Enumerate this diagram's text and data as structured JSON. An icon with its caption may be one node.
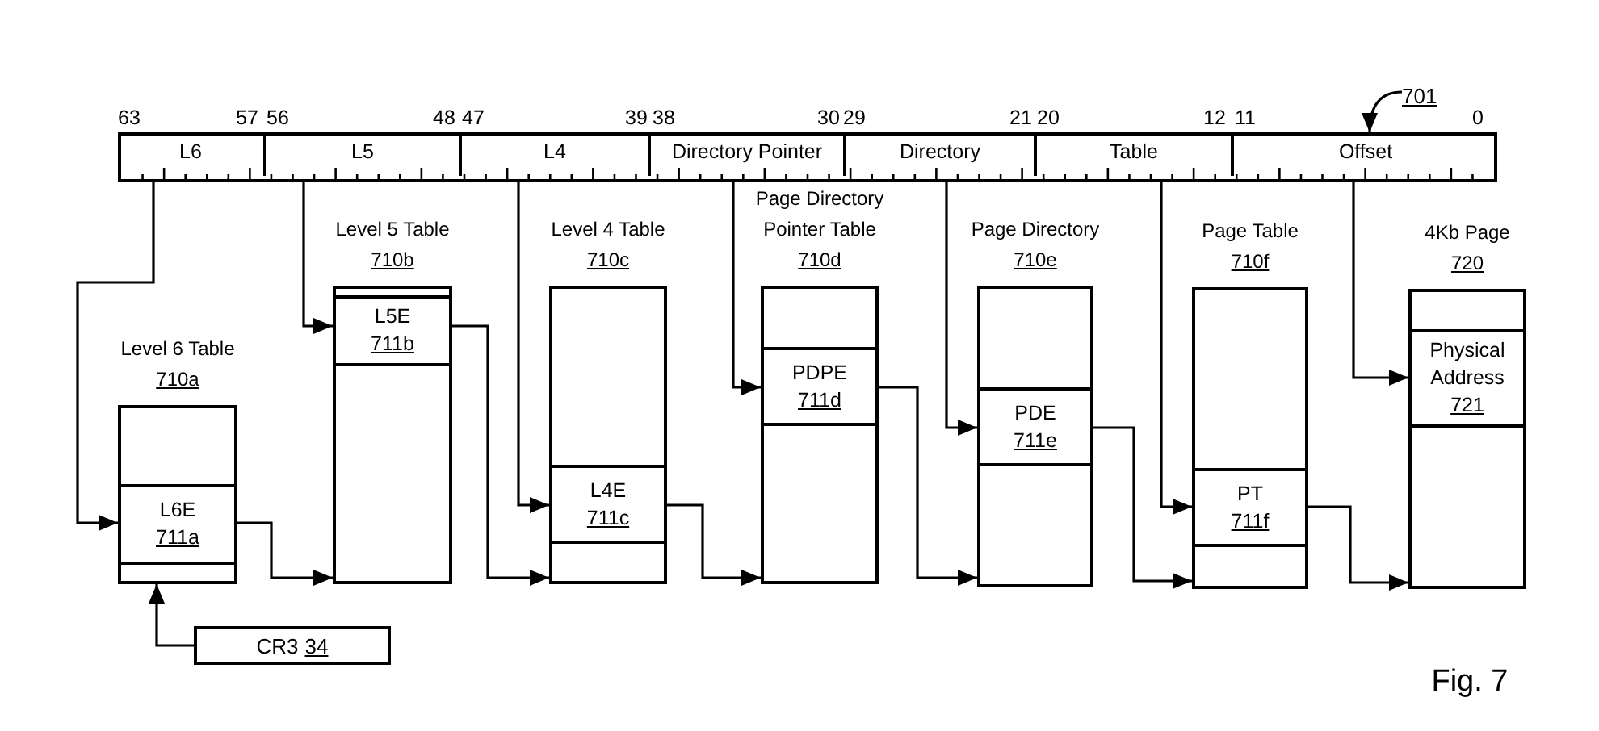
{
  "diagram": {
    "nodes": [
      {
        "text": [],
        "shape": "bar"
      },
      {
        "text": [
          "L6"
        ],
        "in": 0
      },
      {
        "text": [
          "L5"
        ],
        "in": 0
      },
      {
        "text": [
          "L4"
        ],
        "in": 0
      },
      {
        "text": [
          "Directory Pointer"
        ],
        "in": 0
      },
      {
        "text": [
          "Directory"
        ],
        "in": 0
      },
      {
        "text": [
          "Table"
        ],
        "in": 0
      },
      {
        "text": [
          "Offset"
        ],
        "in": 0
      },
      {
        "text": [
          "701"
        ]
      },
      {
        "text": [
          "Level 6 Table",
          "710a"
        ]
      },
      {
        "text": [
          "L6E",
          "711a"
        ],
        "in": 9
      },
      {
        "text": [
          "Level 5 Table",
          "710b"
        ]
      },
      {
        "text": [
          "L5E",
          "711b"
        ],
        "in": 11
      },
      {
        "text": [
          "Level 4 Table",
          "710c"
        ]
      },
      {
        "text": [
          "L4E",
          "711c"
        ],
        "in": 13
      },
      {
        "text": [
          "Page Directory Pointer Table",
          "710d"
        ]
      },
      {
        "text": [
          "PDPE",
          "711d"
        ],
        "in": 15
      },
      {
        "text": [
          "Page Directory",
          "710e"
        ]
      },
      {
        "text": [
          "PDE",
          "711e"
        ],
        "in": 17
      },
      {
        "text": [
          "Page Table",
          "710f"
        ]
      },
      {
        "text": [
          "PT",
          "711f"
        ],
        "in": 19
      },
      {
        "text": [
          "4Kb Page",
          "720"
        ]
      },
      {
        "text": [
          "Physical Address",
          "721"
        ],
        "in": 21
      },
      {
        "text": [
          "CR3",
          "34"
        ]
      }
    ],
    "edges": [
      {
        "from": 8,
        "to": 0,
        "arrow": "to"
      },
      {
        "from": 23,
        "to": 9,
        "arrow": "to"
      },
      {
        "from": 1,
        "to": 10,
        "arrow": "to"
      },
      {
        "from": 10,
        "to": 11,
        "arrow": "to"
      },
      {
        "from": 2,
        "to": 12,
        "arrow": "to"
      },
      {
        "from": 12,
        "to": 13,
        "arrow": "to"
      },
      {
        "from": 3,
        "to": 14,
        "arrow": "to"
      },
      {
        "from": 14,
        "to": 15,
        "arrow": "to"
      },
      {
        "from": 4,
        "to": 16,
        "arrow": "to"
      },
      {
        "from": 16,
        "to": 17,
        "arrow": "to"
      },
      {
        "from": 5,
        "to": 18,
        "arrow": "to"
      },
      {
        "from": 18,
        "to": 19,
        "arrow": "to"
      },
      {
        "from": 6,
        "to": 20,
        "arrow": "to"
      },
      {
        "from": 20,
        "to": 21,
        "arrow": "to"
      },
      {
        "from": 7,
        "to": 22,
        "arrow": "to"
      }
    ],
    "labels": [
      "63",
      "57",
      "56",
      "48",
      "47",
      "39",
      "38",
      "30",
      "29",
      "21",
      "20",
      "12",
      "11",
      "0",
      "Fig. 7"
    ]
  }
}
